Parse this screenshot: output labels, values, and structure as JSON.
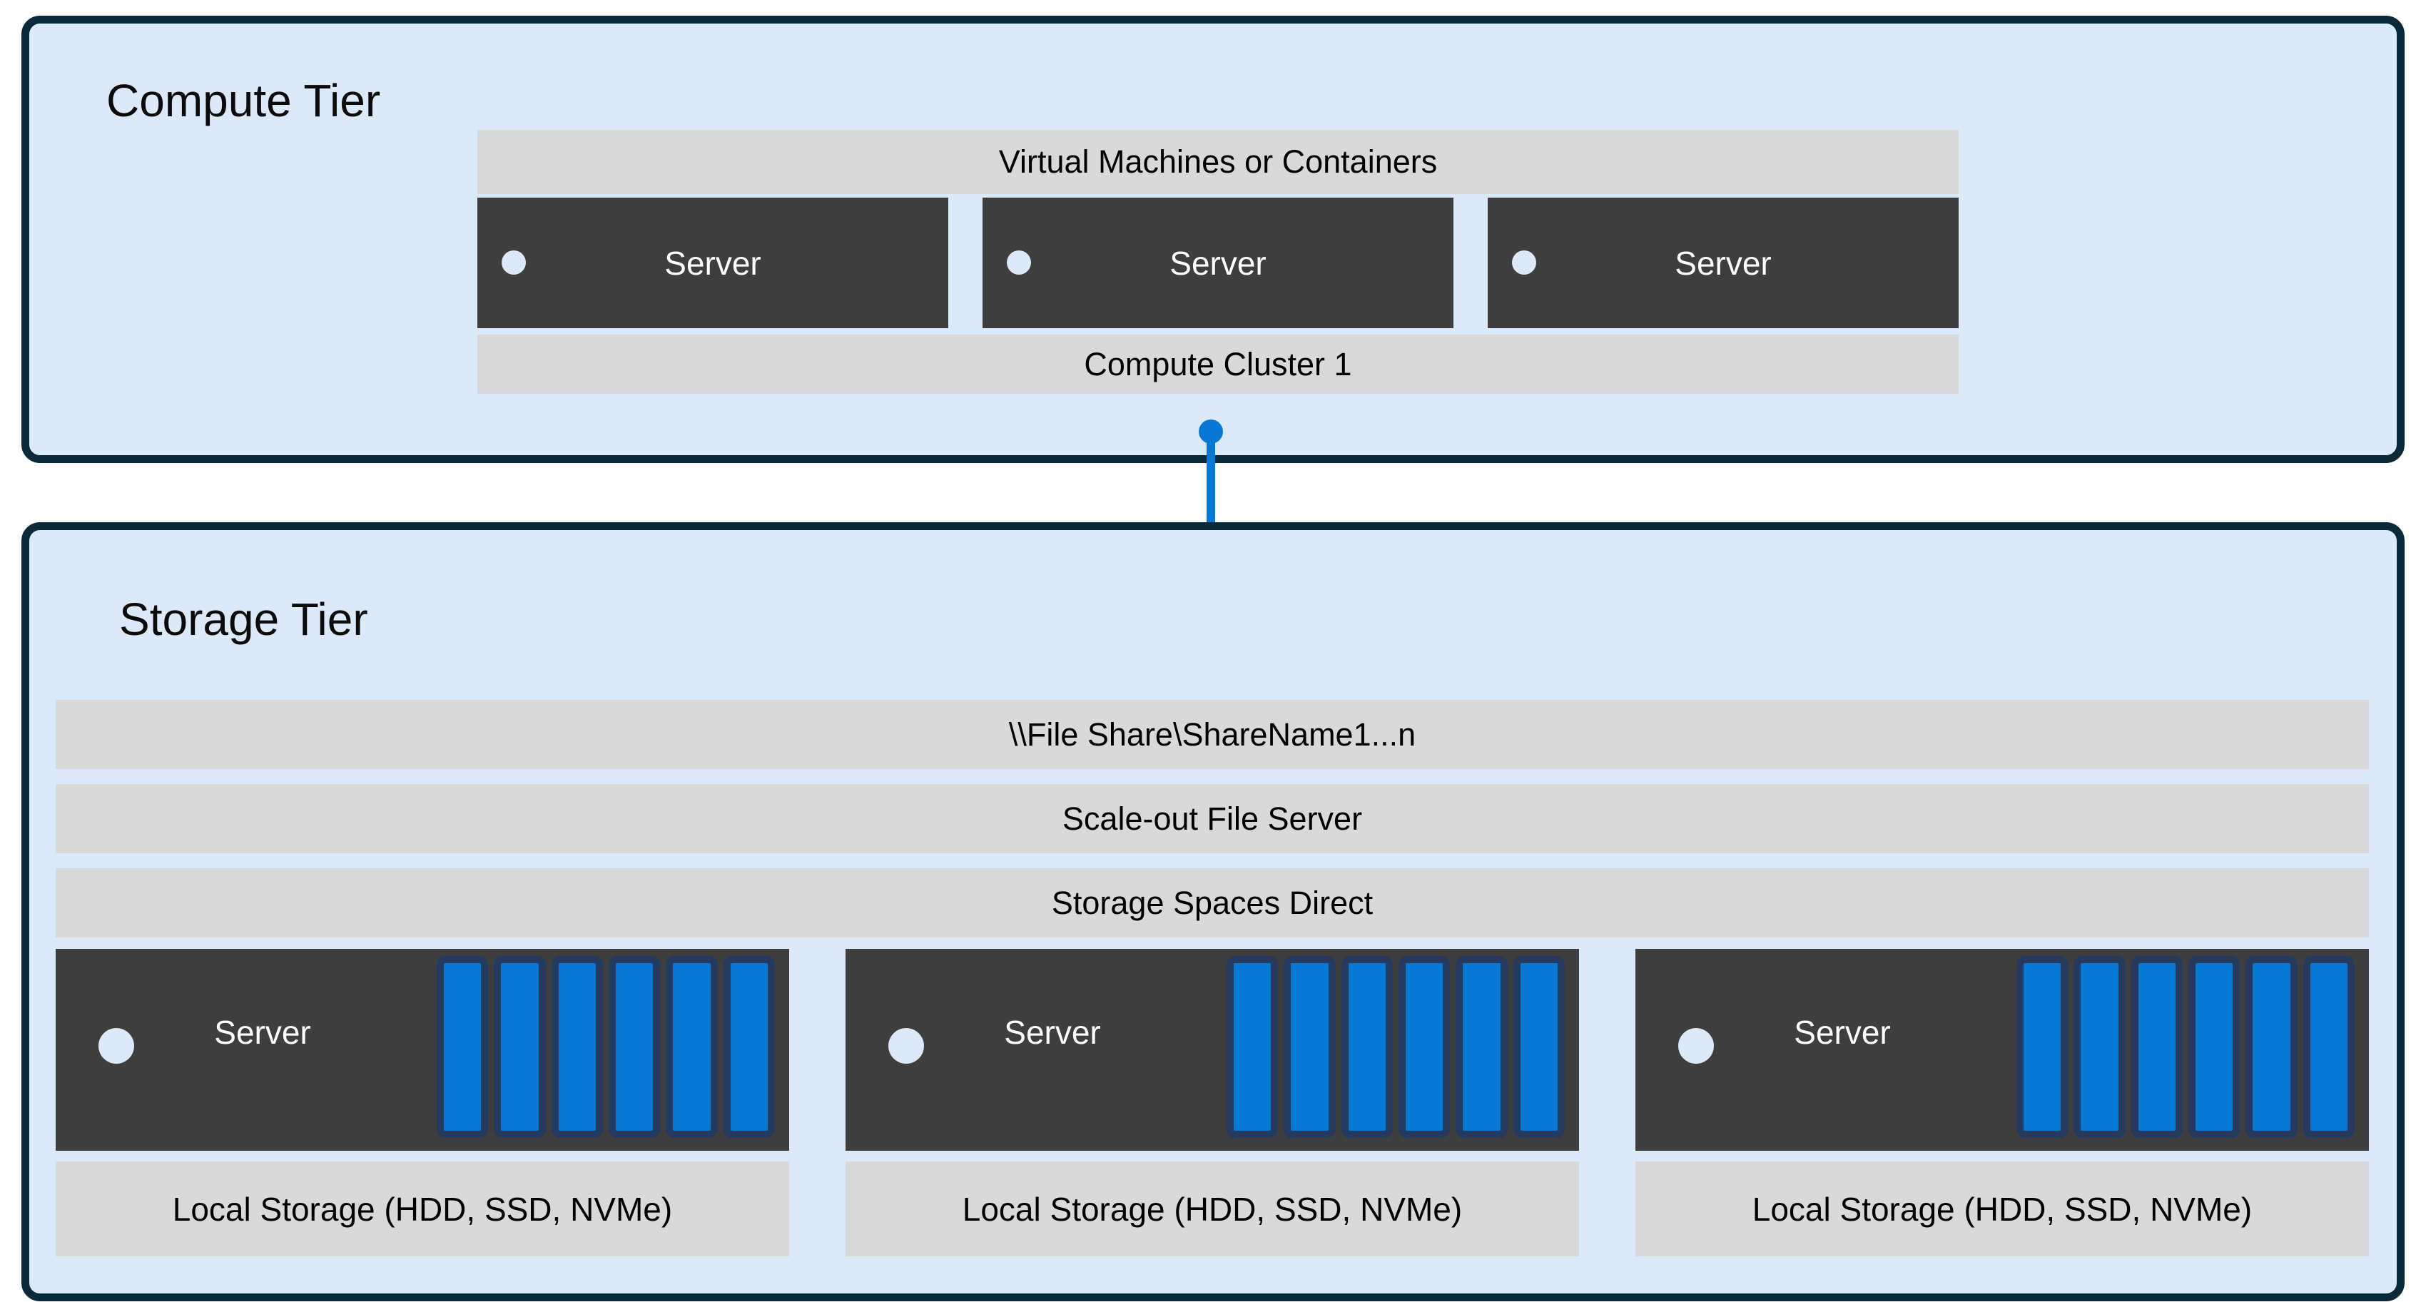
{
  "diagram": {
    "compute_tier": {
      "title": "Compute Tier",
      "vm_bar_label": "Virtual Machines or Containers",
      "cluster_bar_label": "Compute Cluster 1",
      "servers": [
        {
          "label": "Server"
        },
        {
          "label": "Server"
        },
        {
          "label": "Server"
        }
      ]
    },
    "connector": {
      "description": "line with end dots linking Compute Cluster 1 to file share folder",
      "color": "#0778d4"
    },
    "storage_tier": {
      "title": "Storage Tier",
      "file_share_bar_label": "\\\\File Share\\ShareName1...n",
      "sofs_bar_label": "Scale-out File Server",
      "s2d_bar_label": "Storage Spaces Direct",
      "server_nodes": [
        {
          "label": "Server",
          "disk_count": 6,
          "local_storage_label": "Local Storage (HDD, SSD, NVMe)"
        },
        {
          "label": "Server",
          "disk_count": 6,
          "local_storage_label": "Local Storage (HDD, SSD, NVMe)"
        },
        {
          "label": "Server",
          "disk_count": 6,
          "local_storage_label": "Local Storage (HDD, SSD, NVMe)"
        }
      ]
    },
    "colors": {
      "tier_fill": "#dbe9f8",
      "tier_border": "#0a2a3a",
      "bar_fill": "#d9d9d9",
      "server_fill": "#3e3e3e",
      "accent_blue": "#0778d4",
      "disk_border": "#243a5e",
      "page_background": "#ffffff"
    }
  }
}
